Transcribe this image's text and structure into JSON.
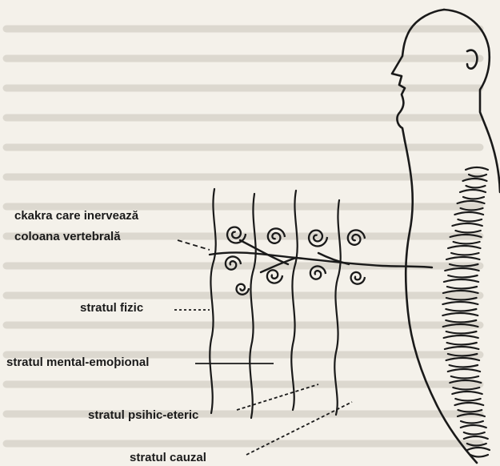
{
  "figure": {
    "labels": {
      "chakra_line1": "ckakra care inervează",
      "chakra_line2": "coloana vertebrală",
      "physical": "stratul fizic",
      "mental_emotional": "stratul mental-emoþional",
      "psychic_etheric": "stratul psihic-eteric",
      "causal": "stratul cauzal"
    },
    "icons": {
      "figure": "human-profile-with-spine",
      "chakra": "spiral-vortex"
    },
    "colors": {
      "ink": "#1a1a1a",
      "paper": "#f4f1ea",
      "bleed_text": "#bdb8ae"
    }
  }
}
